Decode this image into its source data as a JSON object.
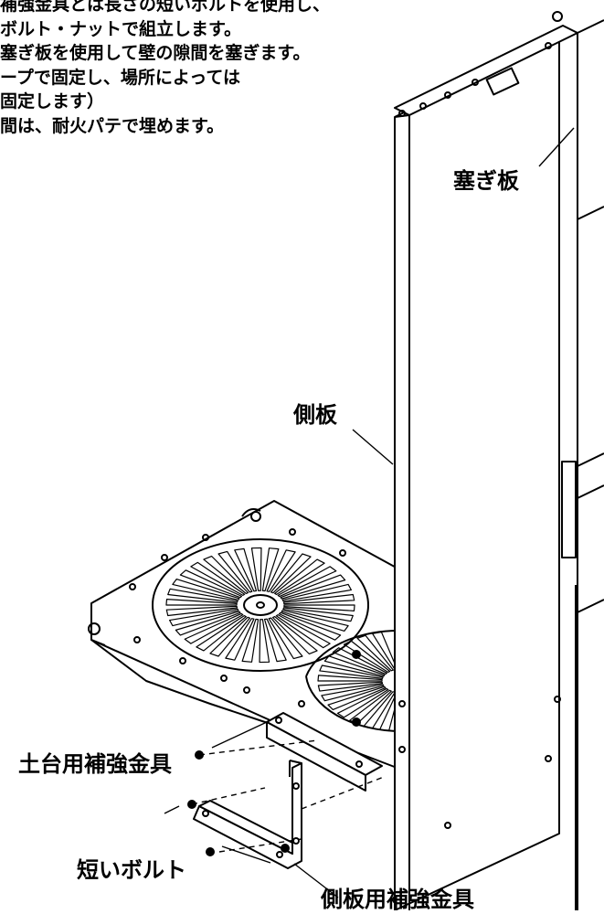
{
  "notes": [
    "補強金具とは長さの短いボルトを使用し、",
    "ボルト・ナットで組立します。",
    "塞ぎ板を使用して壁の隙間を塞ぎます。",
    "ープで固定し、場所によっては",
    "固定します）",
    "間は、耐火パテで埋めます。"
  ],
  "labels": {
    "closing_plate": "塞ぎ板",
    "side_plate": "側板",
    "base_bracket": "土台用補強金具",
    "short_bolt": "短いボルト",
    "side_bracket": "側板用補強金具"
  }
}
